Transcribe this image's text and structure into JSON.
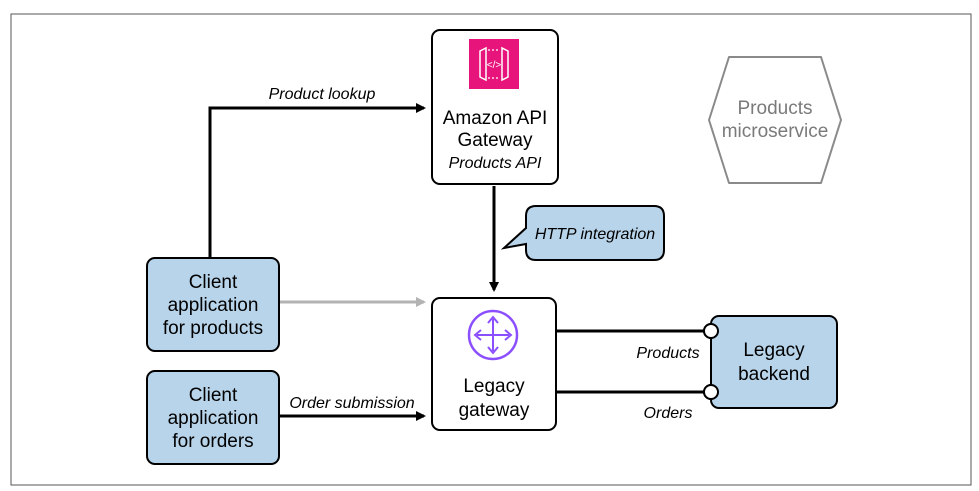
{
  "api_gateway": {
    "title_line1": "Amazon API",
    "title_line2": "Gateway",
    "subtitle": "Products API",
    "icon": "api-gateway-icon",
    "icon_color": "#E7157B"
  },
  "client_products": {
    "line1": "Client",
    "line2": "application",
    "line3": "for products"
  },
  "client_orders": {
    "line1": "Client",
    "line2": "application",
    "line3": "for orders"
  },
  "legacy_gateway": {
    "line1": "Legacy",
    "line2": "gateway",
    "icon": "router-icon",
    "icon_color": "#8C4FFF"
  },
  "legacy_backend": {
    "line1": "Legacy",
    "line2": "backend"
  },
  "products_microservice": {
    "line1": "Products",
    "line2": "microservice"
  },
  "edges": {
    "product_lookup": "Product lookup",
    "order_submission": "Order submission",
    "http_integration": "HTTP integration",
    "products_interface": "Products",
    "orders_interface": "Orders"
  },
  "colors": {
    "client_fill": "#B8D4EA",
    "stroke": "#000000",
    "inactive_arrow": "#B3B3B3",
    "hexagon_stroke": "#8A8A8A",
    "hexagon_text": "#7A7A7A"
  }
}
